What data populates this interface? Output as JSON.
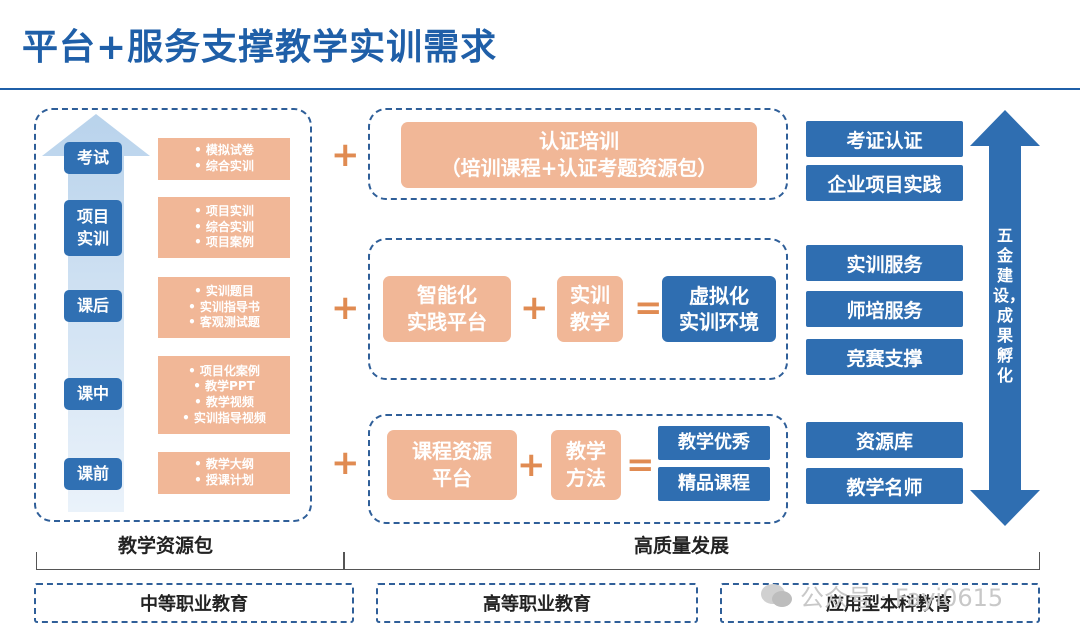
{
  "title": "平台+服务支撑教学实训需求",
  "left_panel": {
    "label": "教学资源包",
    "stages": [
      {
        "label": "考试",
        "items": [
          "• 模拟试卷",
          "• 综合实训"
        ]
      },
      {
        "label": "项目\n实训",
        "items": [
          "• 项目实训",
          "• 综合实训",
          "• 项目案例"
        ]
      },
      {
        "label": "课后",
        "items": [
          "• 实训题目",
          "• 实训指导书",
          "• 客观测试题"
        ]
      },
      {
        "label": "课中",
        "items": [
          "• 项目化案例",
          "• 教学PPT",
          "• 教学视频",
          "• 实训指导视频"
        ]
      },
      {
        "label": "课前",
        "items": [
          "• 教学大纲",
          "• 授课计划"
        ]
      }
    ]
  },
  "middle": {
    "row1": {
      "line1": "认证培训",
      "line2": "（培训课程+认证考题资源包）"
    },
    "row2": {
      "a": "智能化\n实践平台",
      "b": "实训\n教学",
      "result": "虚拟化\n实训环境"
    },
    "row3": {
      "a": "课程资源\n平台",
      "b": "教学\n方法",
      "results": [
        "教学优秀",
        "精品课程"
      ]
    },
    "label": "高质量发展"
  },
  "operators": {
    "plus": "+",
    "equals": "="
  },
  "right_services": [
    "考证认证",
    "企业项目实践",
    "实训服务",
    "师培服务",
    "竞赛支撑",
    "资源库",
    "教学名师"
  ],
  "arrow_text": "五金建设，成果孵化",
  "levels": [
    "中等职业教育",
    "高等职业教育",
    "应用型本科教育"
  ],
  "watermark": "公众号 · Fayi0615",
  "colors": {
    "blue": "#2f6eb1",
    "peach": "#f1b797",
    "orange": "#e08b52",
    "dash": "#2f5f99"
  }
}
